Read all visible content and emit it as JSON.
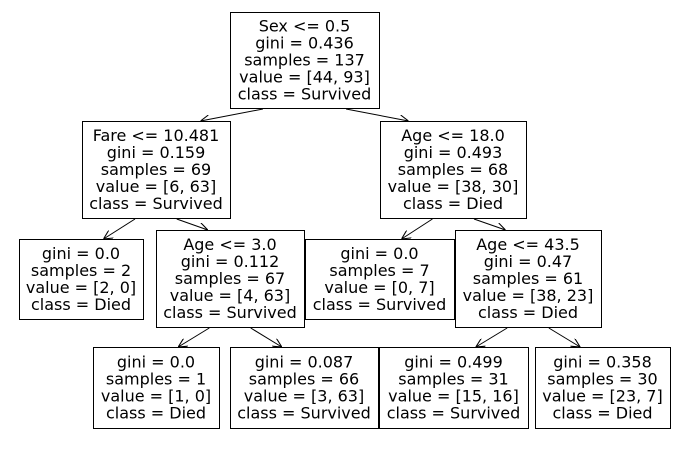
{
  "tree": {
    "nodes": [
      {
        "id": "root",
        "lines": [
          "Sex <= 0.5",
          "gini = 0.436",
          "samples = 137",
          "value = [44, 93]",
          "class = Survived"
        ]
      },
      {
        "id": "n1",
        "lines": [
          "Fare <= 10.481",
          "gini = 0.159",
          "samples = 69",
          "value = [6, 63]",
          "class = Survived"
        ]
      },
      {
        "id": "n2",
        "lines": [
          "Age <= 18.0",
          "gini = 0.493",
          "samples = 68",
          "value = [38, 30]",
          "class = Died"
        ]
      },
      {
        "id": "n3",
        "lines": [
          "gini = 0.0",
          "samples = 2",
          "value = [2, 0]",
          "class = Died"
        ]
      },
      {
        "id": "n4",
        "lines": [
          "Age <= 3.0",
          "gini = 0.112",
          "samples = 67",
          "value = [4, 63]",
          "class = Survived"
        ]
      },
      {
        "id": "n5",
        "lines": [
          "gini = 0.0",
          "samples = 7",
          "value = [0, 7]",
          "class = Survived"
        ]
      },
      {
        "id": "n6",
        "lines": [
          "Age <= 43.5",
          "gini = 0.47",
          "samples = 61",
          "value = [38, 23]",
          "class = Died"
        ]
      },
      {
        "id": "n7",
        "lines": [
          "gini = 0.0",
          "samples = 1",
          "value = [1, 0]",
          "class = Died"
        ]
      },
      {
        "id": "n8",
        "lines": [
          "gini = 0.087",
          "samples = 66",
          "value = [3, 63]",
          "class = Survived"
        ]
      },
      {
        "id": "n9",
        "lines": [
          "gini = 0.499",
          "samples = 31",
          "value = [15, 16]",
          "class = Survived"
        ]
      },
      {
        "id": "n10",
        "lines": [
          "gini = 0.358",
          "samples = 30",
          "value = [23, 7]",
          "class = Died"
        ]
      }
    ],
    "edges": [
      [
        "root",
        "n1"
      ],
      [
        "root",
        "n2"
      ],
      [
        "n1",
        "n3"
      ],
      [
        "n1",
        "n4"
      ],
      [
        "n2",
        "n5"
      ],
      [
        "n2",
        "n6"
      ],
      [
        "n4",
        "n7"
      ],
      [
        "n4",
        "n8"
      ],
      [
        "n6",
        "n9"
      ],
      [
        "n6",
        "n10"
      ]
    ]
  }
}
